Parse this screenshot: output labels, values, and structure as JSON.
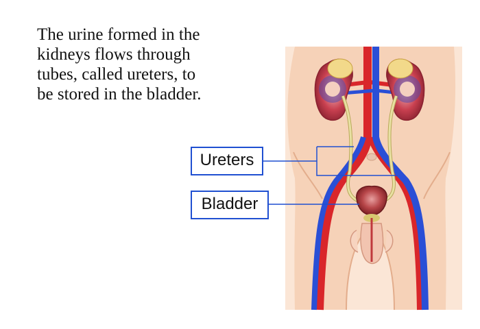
{
  "caption": {
    "lines": [
      "The urine formed in the",
      "kidneys flows through",
      "tubes, called ureters, to",
      "be stored in the bladder."
    ]
  },
  "labels": {
    "ureters": "Ureters",
    "bladder": "Bladder"
  },
  "colors": {
    "skin": "#f6d2b8",
    "skin_shadow": "#e8b596",
    "artery": "#d9262a",
    "vein": "#2a4fd6",
    "ureter": "#e8e0a2",
    "kidney": "#c94050",
    "kidney_inner": "#5a4aa8",
    "adrenal": "#f2d98a",
    "bladder": "#a8383a",
    "label_border": "#1f4fd1"
  }
}
